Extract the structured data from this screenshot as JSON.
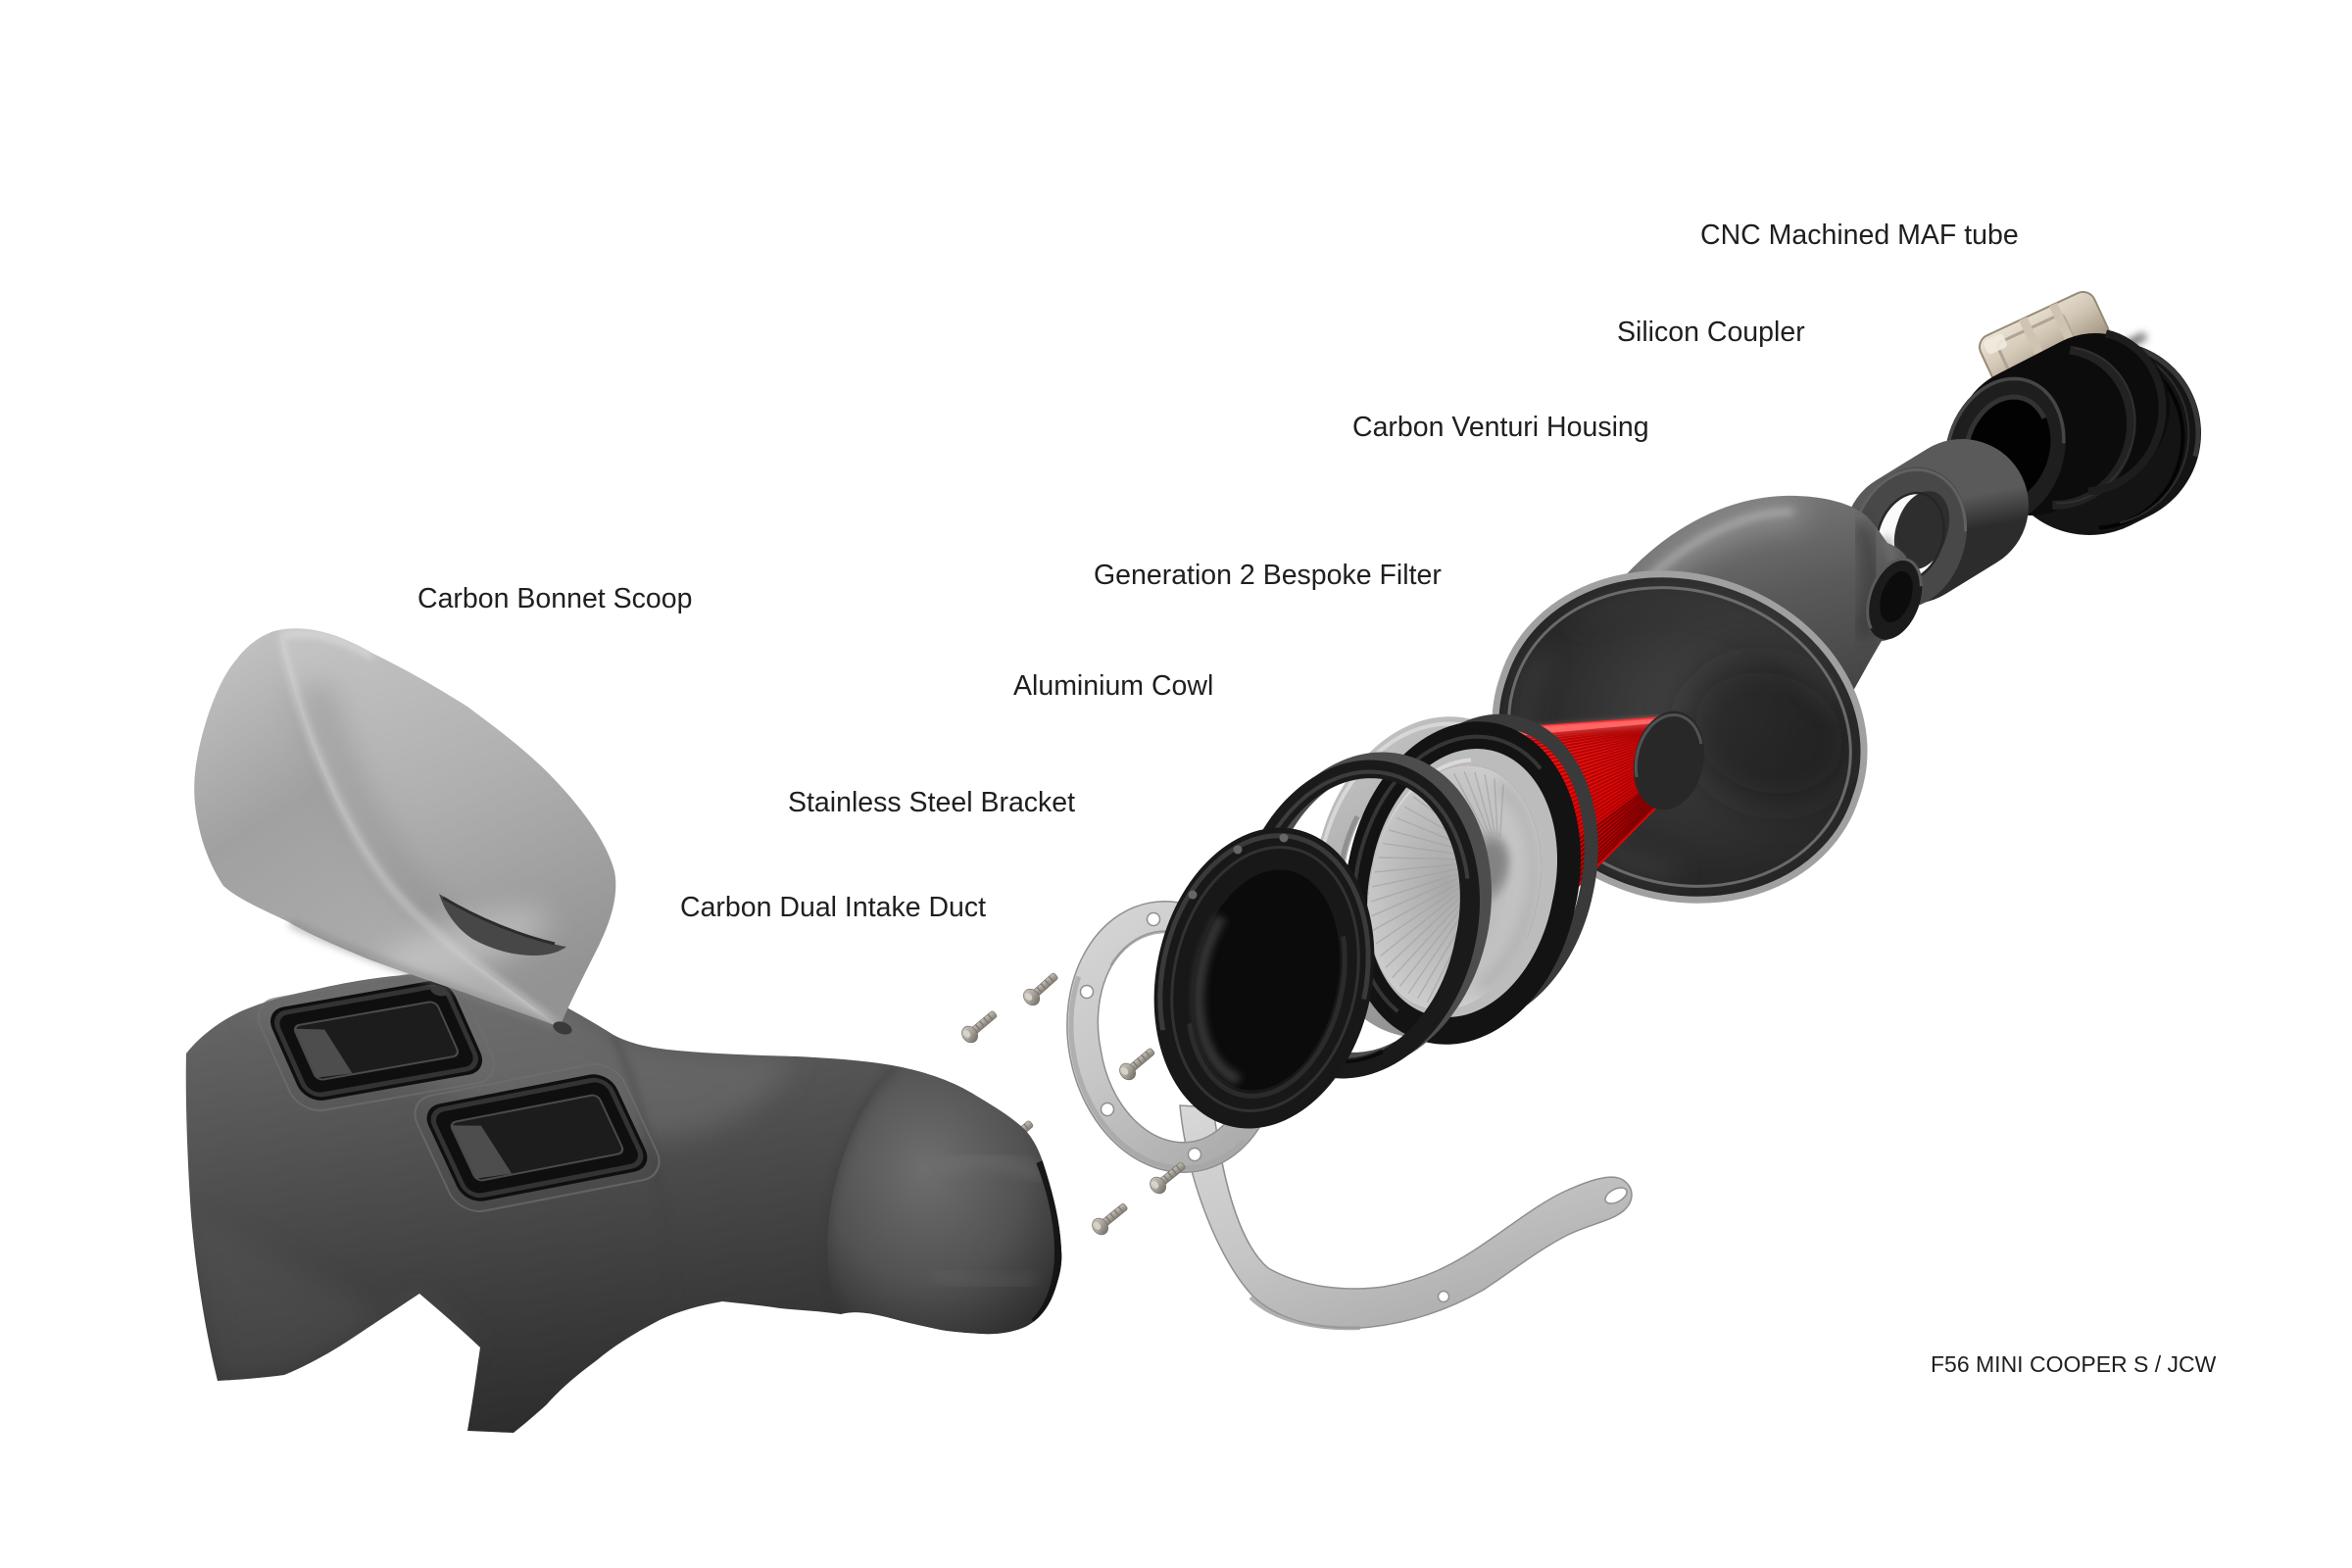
{
  "diagram": {
    "background": "#ffffff",
    "text_color": "#1f1f1f",
    "labels": [
      {
        "id": "maf-tube",
        "text": "CNC Machined MAF tube"
      },
      {
        "id": "silicon-coupler",
        "text": "Silicon Coupler"
      },
      {
        "id": "venturi-housing",
        "text": "Carbon Venturi Housing"
      },
      {
        "id": "bespoke-filter",
        "text": "Generation 2 Bespoke Filter"
      },
      {
        "id": "aluminium-cowl",
        "text": "Aluminium Cowl"
      },
      {
        "id": "bonnet-scoop",
        "text": "Carbon Bonnet Scoop"
      },
      {
        "id": "steel-bracket",
        "text": "Stainless Steel Bracket"
      },
      {
        "id": "intake-duct",
        "text": "Carbon Dual Intake Duct"
      }
    ],
    "footer": {
      "text": "F56 MINI COOPER S / JCW"
    },
    "colors": {
      "filter_red": "#e60808",
      "carbon_grey": "#4a4a4a",
      "silver": "#c6c6c6",
      "rubber_black": "#141414"
    }
  }
}
